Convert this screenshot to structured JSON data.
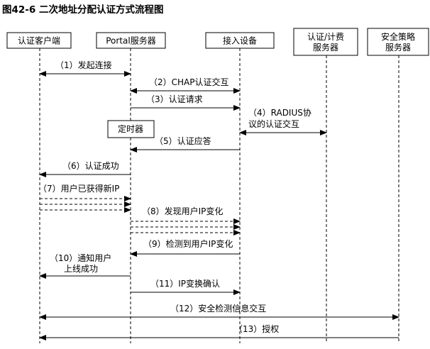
{
  "title": "图42-6  二次地址分配认证方式流程图",
  "participants": [
    {
      "id": "client",
      "lines": [
        "认证客户端"
      ]
    },
    {
      "id": "portal",
      "lines": [
        "Portal服务器"
      ]
    },
    {
      "id": "access",
      "lines": [
        "接入设备"
      ]
    },
    {
      "id": "aaa",
      "lines": [
        "认证/计费",
        "服务器"
      ]
    },
    {
      "id": "security",
      "lines": [
        "安全策略",
        "服务器"
      ]
    }
  ],
  "timer_label": "定时器",
  "messages": [
    {
      "label": [
        "（1）发起连接"
      ],
      "from": "client",
      "to": "portal",
      "bidirectional": true,
      "dashed": false
    },
    {
      "label": [
        "（2）CHAP认证交互"
      ],
      "from": "portal",
      "to": "access",
      "bidirectional": true,
      "dashed": false
    },
    {
      "label": [
        "（3）认证请求"
      ],
      "from": "portal",
      "to": "access",
      "bidirectional": false,
      "dashed": false
    },
    {
      "label": [
        "（4）RADIUS协",
        "议的认证交互"
      ],
      "from": "access",
      "to": "aaa",
      "bidirectional": true,
      "dashed": false
    },
    {
      "label": [
        "（5）认证应答"
      ],
      "from": "access",
      "to": "portal",
      "bidirectional": false,
      "dashed": false
    },
    {
      "label": [
        "（6）认证成功"
      ],
      "from": "portal",
      "to": "client",
      "bidirectional": false,
      "dashed": false
    },
    {
      "label": [
        "（7）用户已获得新IP"
      ],
      "from": "client",
      "to": "portal",
      "bidirectional": false,
      "dashed": true,
      "count": 3
    },
    {
      "label": [
        "（8）发现用户IP变化"
      ],
      "from": "portal",
      "to": "access",
      "bidirectional": false,
      "dashed": true,
      "count": 3
    },
    {
      "label": [
        "（9）检测到用户IP变化"
      ],
      "from": "access",
      "to": "portal",
      "bidirectional": false,
      "dashed": false
    },
    {
      "label": [
        "（10）通知用户",
        "上线成功"
      ],
      "from": "portal",
      "to": "client",
      "bidirectional": false,
      "dashed": false
    },
    {
      "label": [
        "（11）IP变换确认"
      ],
      "from": "portal",
      "to": "access",
      "bidirectional": false,
      "dashed": false
    },
    {
      "label": [
        "（12）安全检测信息交互"
      ],
      "from": "client",
      "to": "security",
      "bidirectional": true,
      "dashed": false
    },
    {
      "label": [
        "（13）授权"
      ],
      "from": "security",
      "to": "client",
      "bidirectional": false,
      "dashed": false
    }
  ]
}
